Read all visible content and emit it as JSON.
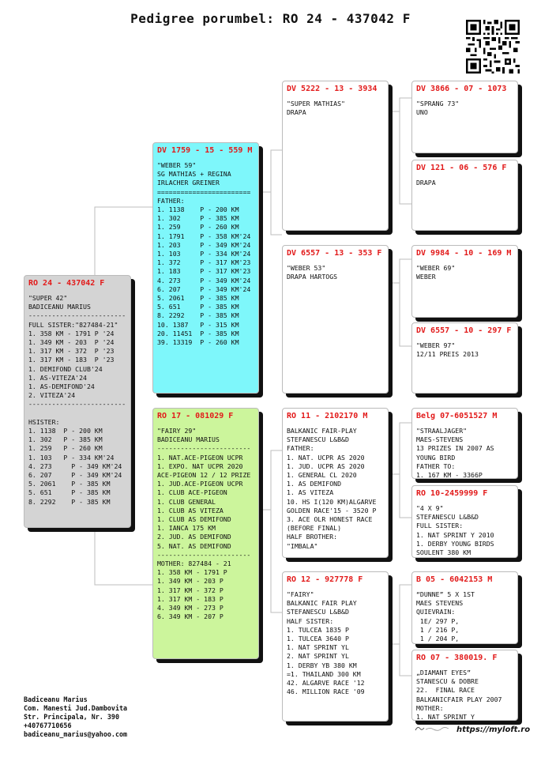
{
  "title": "Pedigree porumbel: RO 24 - 437042 F",
  "subject": {
    "id": "RO 24 - 437042 F",
    "lines": [
      "\"SUPER 42\"",
      "BADICEANU MARIUS",
      "-------------------------",
      "FULL SISTER:\"827484-21\"",
      "1. 358 KM - 1791 P '24",
      "1. 349 KM - 203  P '24",
      "1. 317 KM - 372  P '23",
      "1. 317 KM - 183  P '23",
      "1. DEMIFOND CLUB'24",
      "1. AS-VITEZA'24",
      "1. AS-DEMIFOND'24",
      "2. VITEZA'24",
      "-------------------------",
      "",
      "HSISTER:",
      "1. 1138  P - 200 KM",
      "1. 302   P - 385 KM",
      "1. 259   P - 260 KM",
      "1. 103   P - 334 KM'24",
      "4. 273     P - 349 KM'24",
      "6. 207     P - 349 KM'24",
      "5. 2061    P - 385 KM",
      "5. 651     P - 385 KM",
      "8. 2292    P - 385 KM"
    ]
  },
  "father": {
    "id": "DV 1759 - 15 - 559 M",
    "lines": [
      "\"WEBER 59\"",
      "SG MATHIAS + REGINA",
      "IRLACHER GREINER",
      "========================",
      "FATHER:",
      "1. 1138    P - 200 KM",
      "1. 302     P - 385 KM",
      "1. 259     P - 260 KM",
      "1. 1791    P - 358 KM'24",
      "1. 203     P - 349 KM'24",
      "1. 103     P - 334 KM'24",
      "1. 372     P - 317 KM'23",
      "1. 183     P - 317 KM'23",
      "4. 273     P - 349 KM'24",
      "6. 207     P - 349 KM'24",
      "5. 2061    P - 385 KM",
      "5. 651     P - 385 KM",
      "8. 2292    P - 385 KM",
      "10. 1387   P - 315 KM",
      "20. 11451  P - 385 KM",
      "39. 13319  P - 260 KM"
    ]
  },
  "mother": {
    "id": "RO 17 - 081029 F",
    "lines": [
      "\"FAIRY 29\"",
      "BADICEANU MARIUS",
      "------------------------",
      "1. NAT.ACE-PIGEON UCPR",
      "1. EXPO. NAT UCPR 2020",
      "ACE-PIGEON 12 / 12 PRIZE",
      "1. JUD.ACE-PIGEON UCPR",
      "1. CLUB ACE-PIGEON",
      "1. CLUB GENERAL",
      "1. CLUB AS VITEZA",
      "1. CLUB AS DEMIFOND",
      "1. IANCA 175 KM",
      "2. JUD. AS DEMIFOND",
      "5. NAT. AS DEMIFOND",
      "------------------------",
      "MOTHER: 827484 - 21",
      "1. 358 KM - 1791 P",
      "1. 349 KM - 203 P",
      "1. 317 KM - 372 P",
      "1. 317 KM - 183 P",
      "4. 349 KM - 273 P",
      "6. 349 KM - 207 P"
    ]
  },
  "ff": {
    "id": "DV 5222 - 13 - 3934",
    "lines": [
      "\"SUPER MATHIAS\"",
      "DRAPA"
    ]
  },
  "fm": {
    "id": "DV 6557 - 13 - 353 F",
    "lines": [
      "\"WEBER 53\"",
      "DRAPA HARTOGS"
    ]
  },
  "mf": {
    "id": "RO 11 - 2102170 M",
    "lines": [
      "BALKANIC FAIR-PLAY",
      "STEFANESCU L&B&D",
      "FATHER:",
      "1. NAT. UCPR AS 2020",
      "1. JUD. UCPR AS 2020",
      "1. GENERAL CL 2020",
      "1. AS DEMIFOND",
      "1. AS VITEZA",
      "10. HS I(120 KM)ALGARVE",
      "GOLDEN RACE'15 - 3520 P",
      "3. ACE OLR HONEST RACE",
      "(BEFORE FINAL)",
      "HALF BROTHER:",
      "\"IMBALA\""
    ]
  },
  "mm": {
    "id": "RO 12 - 927778 F",
    "lines": [
      "\"FAIRY\"",
      "BALKANIC FAIR PLAY",
      "STEFANESCU L&B&D",
      "HALF SISTER:",
      "1. TULCEA 1835 P",
      "1. TULCEA 3640 P",
      "1. NAT SPRINT YL",
      "2. NAT SPRINT YL",
      "1. DERBY YB 380 KM",
      "=1. THAILAND 300 KM",
      "42. ALGARVE RACE '12",
      "46. MILLION RACE '09"
    ]
  },
  "fff": {
    "id": "DV 3866 - 07 - 1073",
    "lines": [
      "\"SPRANG 73\"",
      "UNO"
    ]
  },
  "ffm": {
    "id": "DV 121 - 06 - 576 F",
    "lines": [
      "DRAPA"
    ]
  },
  "fmf": {
    "id": "DV 9984 - 10 - 169 M",
    "lines": [
      "\"WEBER 69\"",
      "WEBER"
    ]
  },
  "fmm": {
    "id": "DV 6557 - 10 - 297 F",
    "lines": [
      "\"WEBER 97\"",
      "12/11 PREIS 2013"
    ]
  },
  "mff": {
    "id": "Belg 07-6051527 M",
    "lines": [
      "\"STRAALJAGER\"",
      "MAES-STEVENS",
      "13 PRIZES IN 2007 AS",
      "YOUNG BIRD",
      "FATHER TO:",
      "1. 167 KM - 3366P"
    ]
  },
  "mfm": {
    "id": "RO 10-2459999 F",
    "lines": [
      "\"4 X 9\"",
      "STEFANESCU L&B&D",
      "FULL SISTER:",
      "1. NAT SPRINT Y 2010",
      "1. DERBY YOUNG BIRDS",
      "SOULENT 380 KM"
    ]
  },
  "mmf": {
    "id": "B 05 - 6042153 M",
    "lines": [
      "“DUNNE” 5 X 1ST",
      "MAES STEVENS",
      "QUIEVRAIN:",
      " 1E/ 297 P,",
      " 1 / 216 P,",
      " 1 / 204 P,"
    ]
  },
  "mmm": {
    "id": "RO 07 - 380019. F",
    "lines": [
      "„DIAMANT EYES”",
      "STANESCU & DOBRE",
      "22.  FINAL RACE",
      "BALKANICFAIR PLAY 2007",
      "MOTHER:",
      "1. NAT SPRINT Y"
    ]
  },
  "footer": {
    "lines": [
      "Badiceanu Marius",
      "Com. Manesti Jud.Dambovita",
      "Str. Principala, Nr. 390",
      "+40767710656",
      "badiceanu_marius@yahoo.com"
    ]
  },
  "website": "https://myloft.ro"
}
